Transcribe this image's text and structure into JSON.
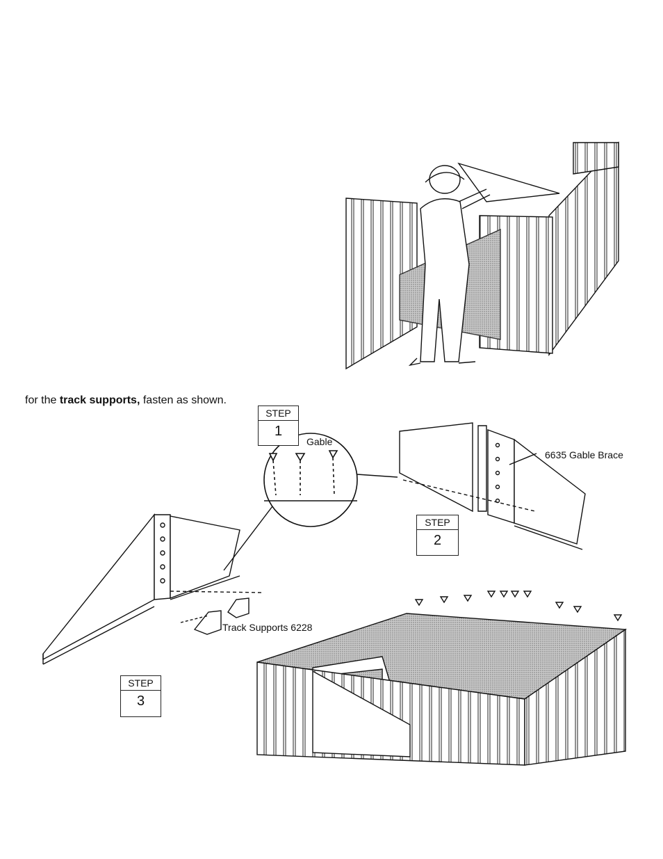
{
  "intro": {
    "prefix": "for the",
    "bold": "track supports,",
    "suffix": "fasten as shown."
  },
  "steps": [
    {
      "label": "STEP",
      "number": "1"
    },
    {
      "label": "STEP",
      "number": "2"
    },
    {
      "label": "STEP",
      "number": "3"
    }
  ],
  "callouts": {
    "gable": "Gable",
    "gable_brace": "6635 Gable Brace",
    "track_supports": "Track Supports 6228"
  },
  "colors": {
    "ink": "#111111",
    "shade": "#9a9a9a"
  }
}
